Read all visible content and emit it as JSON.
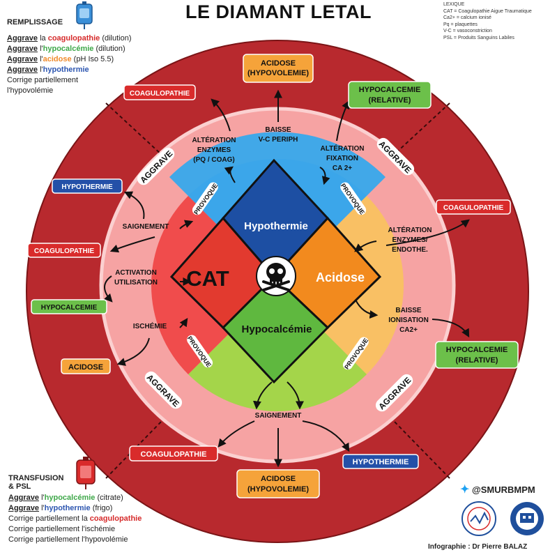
{
  "title": "LE DIAMANT LETAL",
  "lexicon": {
    "heading": "LEXIQUE",
    "lines": [
      "CAT = Coagulopathie Aigue Traumatique",
      "Ca2+ = calcium ionisé",
      "Pq = plaquettes",
      "V-C = vasoconstriction",
      "PSL = Produits Sanguins Labiles"
    ]
  },
  "remplissage": {
    "heading": "REMPLISSAGE",
    "lines": [
      {
        "verb": "Aggrave",
        "pre": " la ",
        "term": "coagulopathie",
        "post": " (dilution)",
        "color": "red"
      },
      {
        "verb": "Aggrave",
        "pre": " l'",
        "term": "hypocalcémie",
        "post": " (dilution)",
        "color": "green"
      },
      {
        "verb": "Aggrave",
        "pre": " l'",
        "term": "acidose",
        "post": " (pH Iso 5.5)",
        "color": "orange"
      },
      {
        "verb": "Aggrave",
        "pre": " l'",
        "term": "hypothermie",
        "post": "",
        "color": "blue"
      }
    ],
    "plain": [
      "Corrige partiellement",
      "l'hypovolémie"
    ]
  },
  "transfusion": {
    "heading": [
      "TRANSFUSION",
      "& PSL"
    ],
    "lines": [
      {
        "verb": "Aggrave",
        "pre": " l'",
        "term": "hypocalcémie",
        "post": " (citrate)",
        "color": "green"
      },
      {
        "verb": "Aggrave",
        "pre": " l'",
        "term": "hypothermie",
        "post": " (frigo)",
        "color": "blue"
      }
    ],
    "mixed": {
      "pre": "Corrige partiellement la ",
      "term": "coagulopathie",
      "color": "red"
    },
    "plain": [
      "Corrige partiellement l'ischémie",
      "Corrige partiellement l'hypovolémie"
    ]
  },
  "twitter": "@SMURBMPM",
  "credit": "Infographie : Dr Pierre BALAZ",
  "diamond": {
    "top": "Hypothermie",
    "left": "CAT",
    "right": "Acidose",
    "bottom": "Hypocalcémie"
  },
  "ring_words": {
    "provoque": "PROVOQUE",
    "aggrave": "AGGRAVE"
  },
  "inner_labels": {
    "alt_enzymes": [
      "ALTÉRATION",
      "ENZYMES",
      "(PQ / COAG)"
    ],
    "baisse_vc": [
      "BAISSE",
      "V-C PERIPH"
    ],
    "alt_fixation": [
      "ALTÉRATION",
      "FIXATION",
      "CA 2+"
    ],
    "saignement_left": [
      "SAIGNEMENT"
    ],
    "activation": [
      "ACTIVATION",
      "UTILISATION"
    ],
    "ischemie": [
      "ISCHÉMIE"
    ],
    "alt_endothe": [
      "ALTÉRATION",
      "ENZYMES/",
      "ENDOTHE."
    ],
    "baisse_ionisation": [
      "BAISSE",
      "IONISATION",
      "CA2+"
    ],
    "saignement_bottom": [
      "SAIGNEMENT"
    ]
  },
  "badges": {
    "acidose_top": [
      "ACIDOSE",
      "(HYPOVOLEMIE)"
    ],
    "coag_topleft": [
      "COAGULOPATHIE"
    ],
    "hypocal_topright": [
      "HYPOCALCEMIE",
      "(RELATIVE)"
    ],
    "hypotherm_left": [
      "HYPOTHERMIE"
    ],
    "coag_left": [
      "COAGULOPATHIE"
    ],
    "hypocal_left": [
      "HYPOCALCEMIE"
    ],
    "acidose_left": [
      "ACIDOSE"
    ],
    "coag_right": [
      "COAGULOPATHIE"
    ],
    "hypocal_right": [
      "HYPOCALCEMIE",
      "(RELATIVE)"
    ],
    "coag_bottom": [
      "COAGULOPATHIE"
    ],
    "hypotherm_bottom": [
      "HYPOTHERMIE"
    ],
    "acidose_bottom": [
      "ACIDOSE",
      "(HYPOVOLEMIE)"
    ]
  },
  "colors": {
    "outer_ring": "#b8292e",
    "mid_ring": "#f6a3a3",
    "hypothermie": "#1d4fa3",
    "cat": "#e23a2f",
    "acidose": "#f28a1e",
    "hypocalcemie": "#5fb83f",
    "coag_badge": "#d92b2b",
    "hypocal_badge": "#6cc04a",
    "hypotherm_badge": "#2450a8",
    "acidose_badge": "#f5a33a"
  },
  "icons": [
    "iv-bag-icon",
    "blood-bag-icon",
    "skull-icon",
    "twitter-icon",
    "smur-logo",
    "hospital-logo"
  ]
}
